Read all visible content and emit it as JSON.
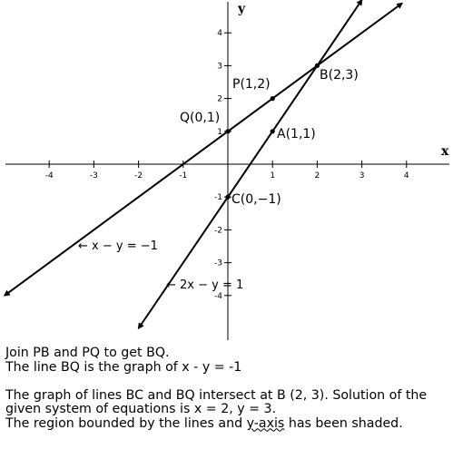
{
  "graph": {
    "axes": {
      "x_name": "x",
      "y_name": "y"
    },
    "x_ticks": [
      "-4",
      "-3",
      "-2",
      "-1",
      "1",
      "2",
      "3",
      "4"
    ],
    "x_tick_values": [
      -4,
      -3,
      -2,
      -1,
      1,
      2,
      3,
      4
    ],
    "y_ticks": [
      "4",
      "3",
      "2",
      "1",
      "-1",
      "-2",
      "-3",
      "-4"
    ],
    "y_tick_values": [
      4,
      3,
      2,
      1,
      -1,
      -2,
      -3,
      -4
    ],
    "points": [
      {
        "id": "B",
        "label": "B(2,3)",
        "x": 2,
        "y": 3
      },
      {
        "id": "P",
        "label": "P(1,2)",
        "x": 1,
        "y": 2
      },
      {
        "id": "Q",
        "label": "Q(0,1)",
        "x": 0,
        "y": 1
      },
      {
        "id": "A",
        "label": "A(1,1)",
        "x": 1,
        "y": 1
      },
      {
        "id": "C",
        "label": "C(0,−1)",
        "x": 0,
        "y": -1
      }
    ],
    "lines": [
      {
        "id": "line-bq",
        "label": "← x − y = −1",
        "from": [
          -5,
          -4
        ],
        "to": [
          3.9,
          4.9
        ]
      },
      {
        "id": "line-bc",
        "label": "← 2x − y = 1",
        "from": [
          -2,
          -5
        ],
        "to": [
          3,
          5
        ]
      }
    ]
  },
  "explanation": {
    "line1": "Join PB and PQ to get BQ.",
    "line2": "The line BQ is the graph of x - y = -1",
    "line3": "The graph of lines BC and BQ intersect at B (2, 3). Solution of the given system of equations is x = 2, y = 3.",
    "line4a": "The region bounded by the lines and ",
    "line4b": "y-axis",
    "line4c": "  has been shaded."
  }
}
